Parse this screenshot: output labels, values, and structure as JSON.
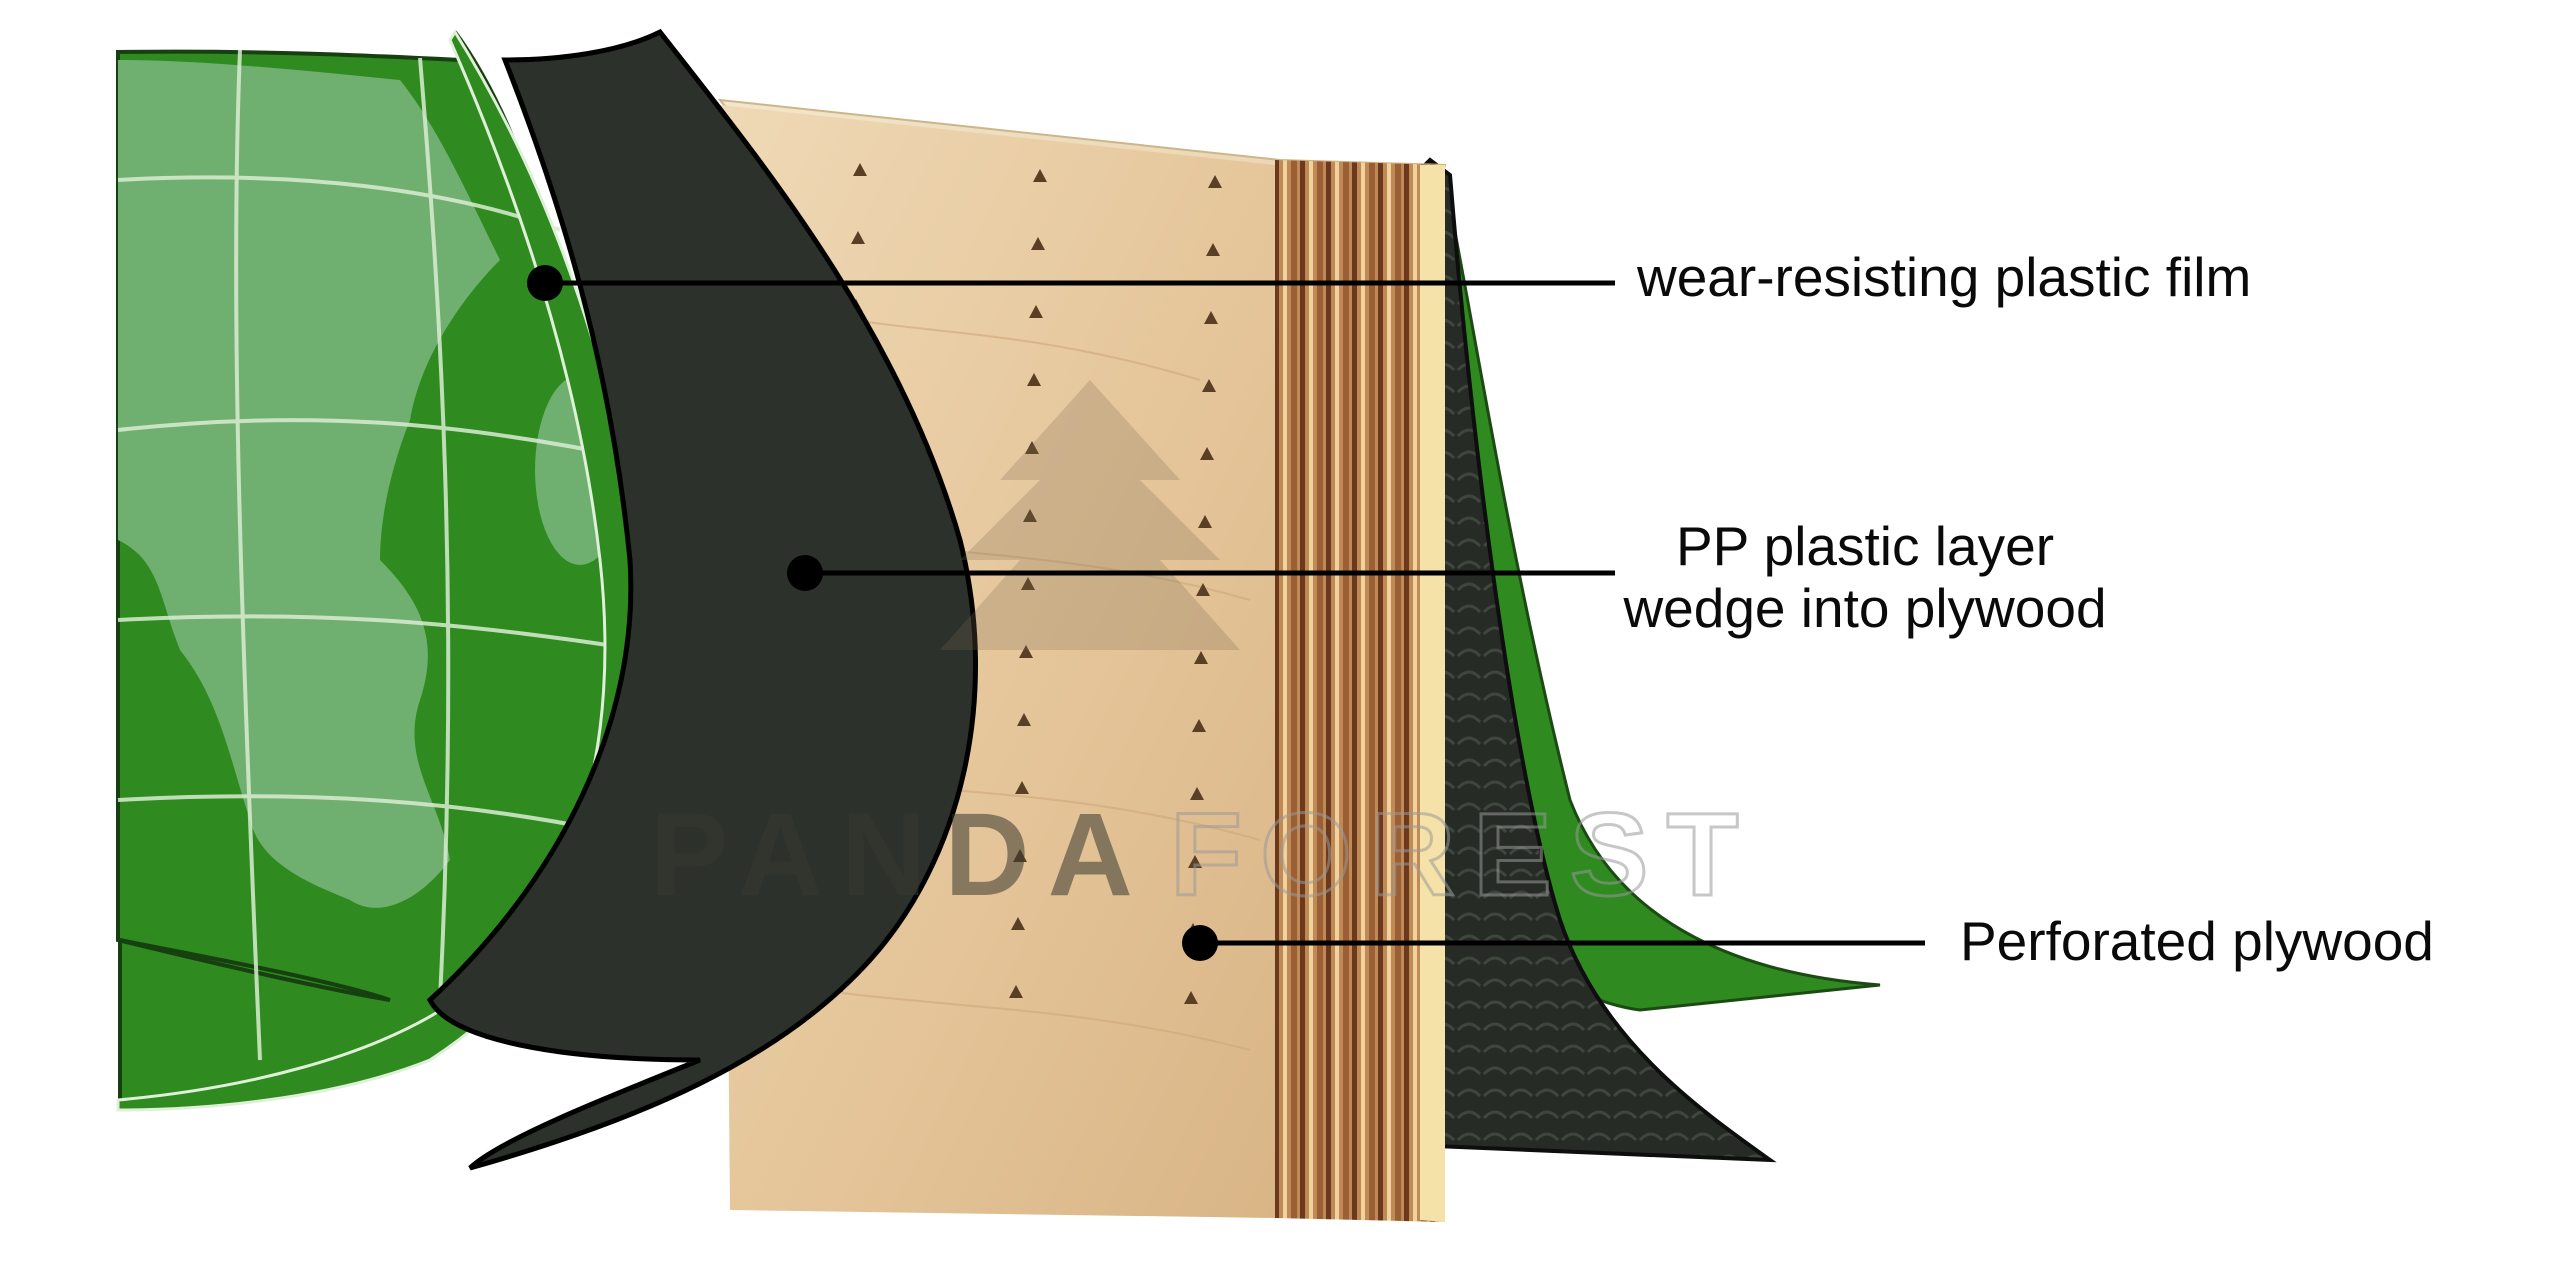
{
  "labels": {
    "film": "wear-resisting plastic film",
    "pp_line1": "PP plastic layer",
    "pp_line2": "wedge into plywood",
    "plywood": "Perforated plywood"
  },
  "watermark": {
    "brand_left": "PANDA",
    "brand_right": "FOREST"
  },
  "colors": {
    "film_green": "#2f8a1f",
    "film_light_green": "#6fb070",
    "pp_dark": "#2c312b",
    "wood_light": "#e7c9a0",
    "wood_edge": "#8a5530",
    "leader_line": "#000000"
  }
}
